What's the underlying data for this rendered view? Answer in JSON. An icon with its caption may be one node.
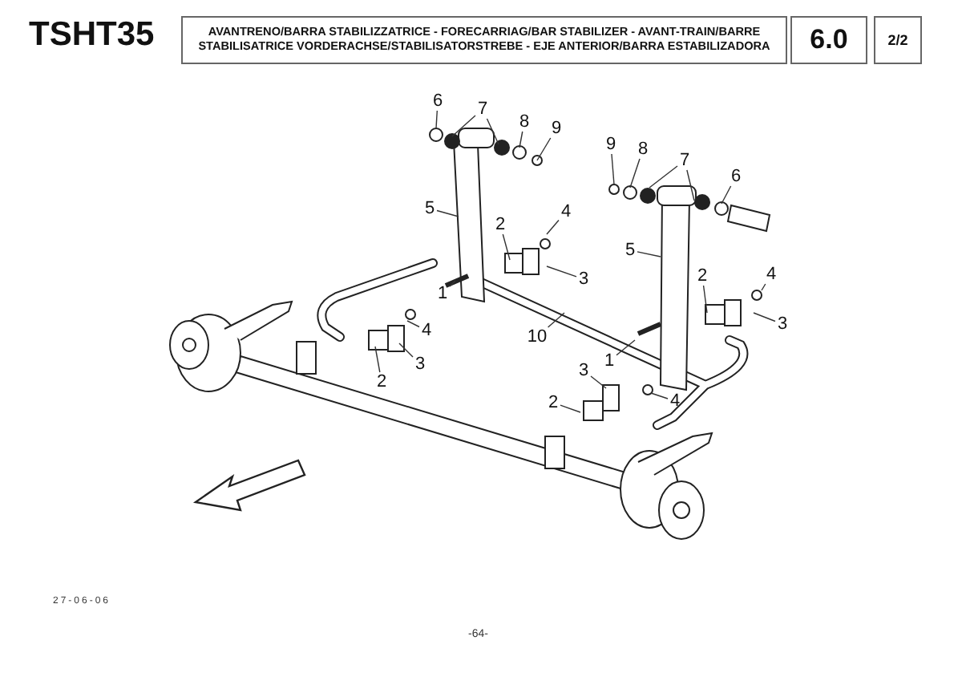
{
  "diagram": {
    "title": "AVANTRENO/BARRA STABILIZZATRICE - FORECARRIAG/BAR STABILIZER - AVANT-TRAIN/BARRE STABILISATRICE VORDERACHSE/STABILISATORSTREBE - EJE ANTERIOR/BARRA ESTABILIZADORA",
    "nodes": [
      {
        "text": [
          "6"
        ]
      },
      {
        "text": [
          "7"
        ]
      },
      {
        "text": [
          "8"
        ]
      },
      {
        "text": [
          "9"
        ]
      },
      {
        "text": [
          "9"
        ]
      },
      {
        "text": [
          "8"
        ]
      },
      {
        "text": [
          "7"
        ]
      },
      {
        "text": [
          "6"
        ]
      },
      {
        "text": [
          "5"
        ]
      },
      {
        "text": [
          "4"
        ]
      },
      {
        "text": [
          "2"
        ]
      },
      {
        "text": [
          "5"
        ]
      },
      {
        "text": [
          "3"
        ]
      },
      {
        "text": [
          "4"
        ]
      },
      {
        "text": [
          "2"
        ]
      },
      {
        "text": [
          "1"
        ]
      },
      {
        "text": [
          "4"
        ]
      },
      {
        "text": [
          "3"
        ]
      },
      {
        "text": [
          "1"
        ]
      },
      {
        "text": [
          "10"
        ]
      },
      {
        "text": [
          "3"
        ]
      },
      {
        "text": [
          "3"
        ]
      },
      {
        "text": [
          "2"
        ]
      },
      {
        "text": [
          "2"
        ]
      },
      {
        "text": [
          "4"
        ]
      }
    ],
    "edges": [
      {
        "from": 0,
        "to": null,
        "arrow": "none"
      },
      {
        "from": 1,
        "to": null,
        "arrow": "none"
      },
      {
        "from": 1,
        "to": null,
        "arrow": "none"
      },
      {
        "from": 2,
        "to": null,
        "arrow": "none"
      },
      {
        "from": 3,
        "to": null,
        "arrow": "none"
      },
      {
        "from": 4,
        "to": null,
        "arrow": "none"
      },
      {
        "from": 5,
        "to": null,
        "arrow": "none"
      },
      {
        "from": 6,
        "to": null,
        "arrow": "none"
      },
      {
        "from": 6,
        "to": null,
        "arrow": "none"
      },
      {
        "from": 7,
        "to": null,
        "arrow": "none"
      },
      {
        "from": 8,
        "to": null,
        "arrow": "none"
      },
      {
        "from": 9,
        "to": null,
        "arrow": "none"
      },
      {
        "from": 10,
        "to": null,
        "arrow": "none"
      },
      {
        "from": 11,
        "to": null,
        "arrow": "none"
      },
      {
        "from": 12,
        "to": null,
        "arrow": "none"
      },
      {
        "from": 13,
        "to": null,
        "arrow": "none"
      },
      {
        "from": 14,
        "to": null,
        "arrow": "none"
      },
      {
        "from": 15,
        "to": null,
        "arrow": "none"
      },
      {
        "from": 16,
        "to": null,
        "arrow": "none"
      },
      {
        "from": 17,
        "to": null,
        "arrow": "none"
      },
      {
        "from": 18,
        "to": null,
        "arrow": "none"
      },
      {
        "from": 19,
        "to": null,
        "arrow": "none"
      },
      {
        "from": 20,
        "to": null,
        "arrow": "none"
      },
      {
        "from": 21,
        "to": null,
        "arrow": "none"
      },
      {
        "from": 22,
        "to": null,
        "arrow": "none"
      },
      {
        "from": 23,
        "to": null,
        "arrow": "none"
      },
      {
        "from": 24,
        "to": null,
        "arrow": "none"
      }
    ],
    "labels": [
      "TSHT35",
      "6.0",
      "2/2",
      "27-06-06",
      "-64-"
    ]
  }
}
